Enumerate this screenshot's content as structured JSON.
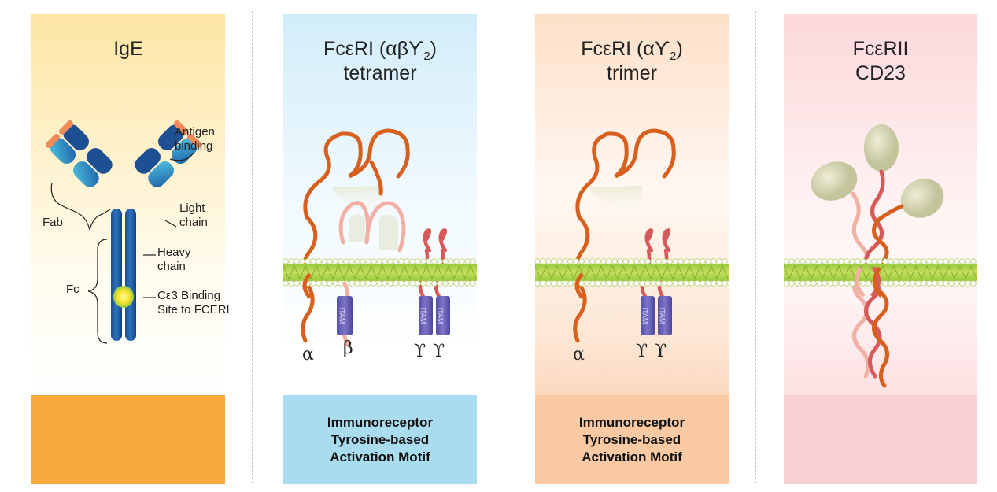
{
  "panels": [
    {
      "title": "IgE",
      "labels": {
        "antigen_binding": [
          "Antigen",
          "binding"
        ],
        "light_chain": [
          "Light",
          "chain"
        ],
        "fab": "Fab",
        "heavy_chain": [
          "Heavy",
          "chain"
        ],
        "fc": "Fc",
        "binding_site": [
          "Cε3 Binding",
          "Site to FCERI"
        ]
      },
      "footer_color": "#f7a93d"
    },
    {
      "title_line1": "FcεRI (αβϒ",
      "title_sub": "2",
      "title_close": ")",
      "title_line2": "tetramer",
      "chain_labels": [
        "α",
        "β",
        "ϒ",
        "ϒ"
      ],
      "itam": "ITAM",
      "footer_lines": [
        "Immunoreceptor",
        "Tyrosine-based",
        "Activation Motif"
      ],
      "footer_color": "#aadcf0"
    },
    {
      "title_line1": "FcεRI (αϒ",
      "title_sub": "2",
      "title_close": ")",
      "title_line2": "trimer",
      "chain_labels": [
        "α",
        "ϒ",
        "ϒ"
      ],
      "itam": "ITAM",
      "footer_lines": [
        "Immunoreceptor",
        "Tyrosine-based",
        "Activation Motif"
      ],
      "footer_color": "#f8c9a2"
    },
    {
      "title_line1": "FcεRII",
      "title_line2": "CD23",
      "footer_color": "#f9d1d3"
    }
  ]
}
